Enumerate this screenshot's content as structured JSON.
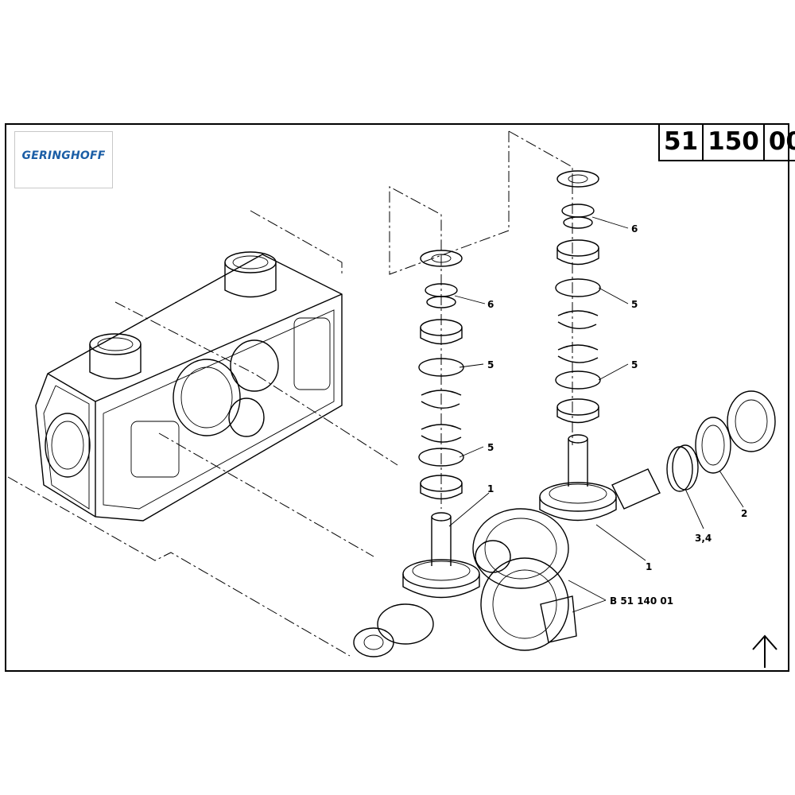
{
  "header": {
    "logo_text": "GERINGHOFF",
    "document_number": [
      "51",
      "150",
      "00"
    ]
  },
  "callouts": [
    {
      "id": "callout-6-left",
      "label": "6"
    },
    {
      "id": "callout-5-left-upper",
      "label": "5"
    },
    {
      "id": "callout-5-left-lower",
      "label": "5"
    },
    {
      "id": "callout-1-left",
      "label": "1"
    },
    {
      "id": "callout-6-right",
      "label": "6"
    },
    {
      "id": "callout-5-right-upper",
      "label": "5"
    },
    {
      "id": "callout-5-right-lower",
      "label": "5"
    },
    {
      "id": "callout-1-right",
      "label": "1"
    },
    {
      "id": "callout-2",
      "label": "2"
    },
    {
      "id": "callout-3-4",
      "label": "3,4"
    },
    {
      "id": "callout-assembly-ref",
      "label": "B 51 140 01"
    }
  ],
  "colors": {
    "logo": "#1b5ea6",
    "line": "#000000"
  },
  "icons": {
    "orientation": "up-arrow-icon"
  }
}
